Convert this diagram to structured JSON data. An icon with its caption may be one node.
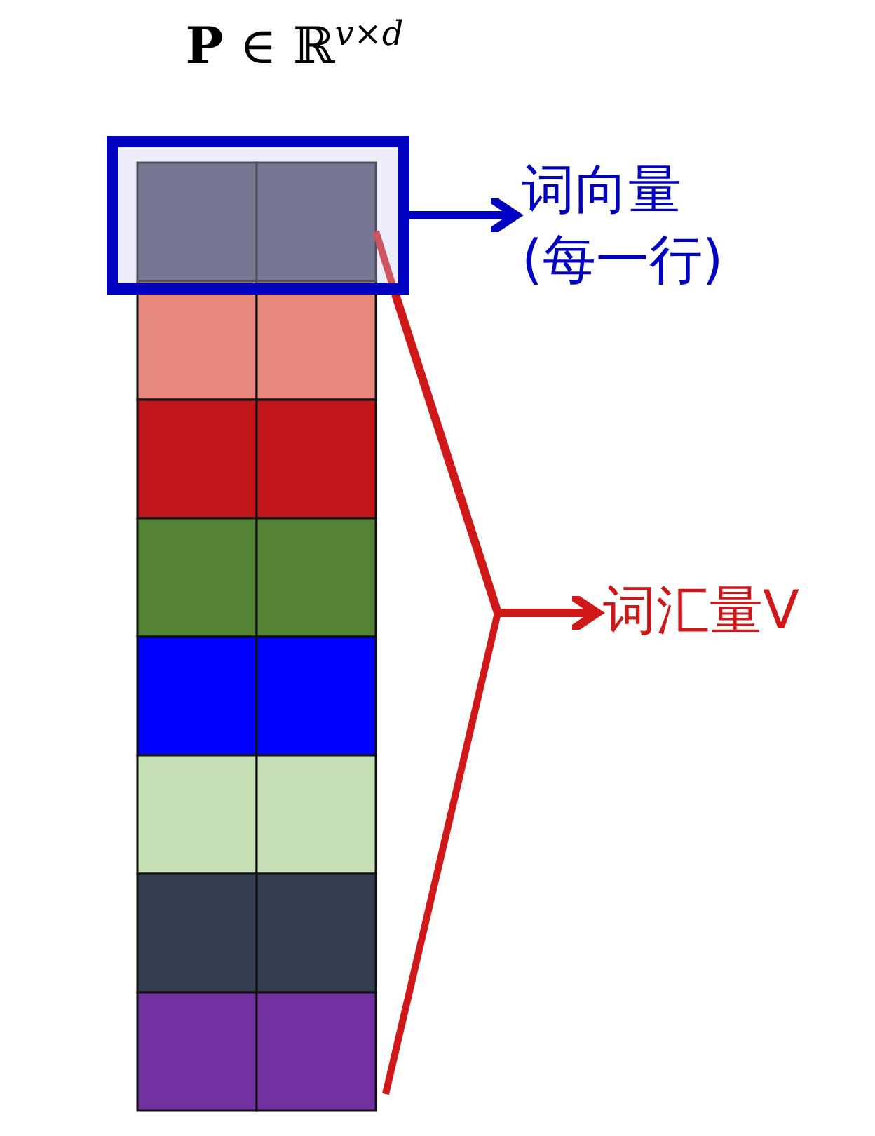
{
  "diagram": {
    "title": "**P** ∈ ℝ$^{v×d}$",
    "nodes": [
      {
        "text": [],
        "shape": "box"
      },
      {
        "text": [
          "词向量 (每一行)"
        ]
      },
      {
        "text": [
          "词汇量V"
        ]
      }
    ],
    "edges": [
      {
        "from": 0,
        "to": 1,
        "arrow": "to",
        "color": "#0000c0"
      },
      {
        "from": 0,
        "to": 2,
        "arrow": "to",
        "color": "#d01818"
      }
    ]
  }
}
